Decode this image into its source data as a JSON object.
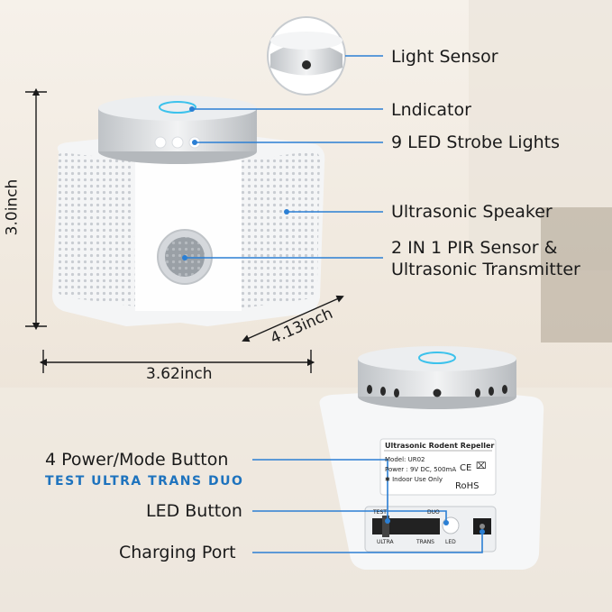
{
  "labels": {
    "light_sensor": "Light Sensor",
    "indicator": "Lndicator",
    "strobe": "9 LED Strobe Lights",
    "speaker": "Ultrasonic Speaker",
    "pir_line1": "2 IN 1 PIR Sensor &",
    "pir_line2": "Ultrasonic Transmitter",
    "power_mode": "4 Power/Mode Button",
    "modes": "TEST  ULTRA  TRANS  DUO",
    "led_button": "LED Button",
    "charging": "Charging Port"
  },
  "dimensions": {
    "height": "3.0inch",
    "width": "3.62inch",
    "depth": "4.13inch"
  },
  "product_label": {
    "title": "Ultrasonic Rodent Repeller",
    "model": "Model: UR02",
    "power": "Power :  9V DC, 500mA",
    "indoor": "Indoor Use Only",
    "ce": "CE",
    "rohs": "RoHS"
  },
  "switch_labels": {
    "test": "TEST",
    "duo": "DUO",
    "ultra": "ULTRA",
    "trans": "TRANS",
    "led": "LED"
  },
  "colors": {
    "callout_line": "#2b7fd4",
    "dim_line": "#1a1a1a",
    "modes_text": "#1e73be"
  }
}
